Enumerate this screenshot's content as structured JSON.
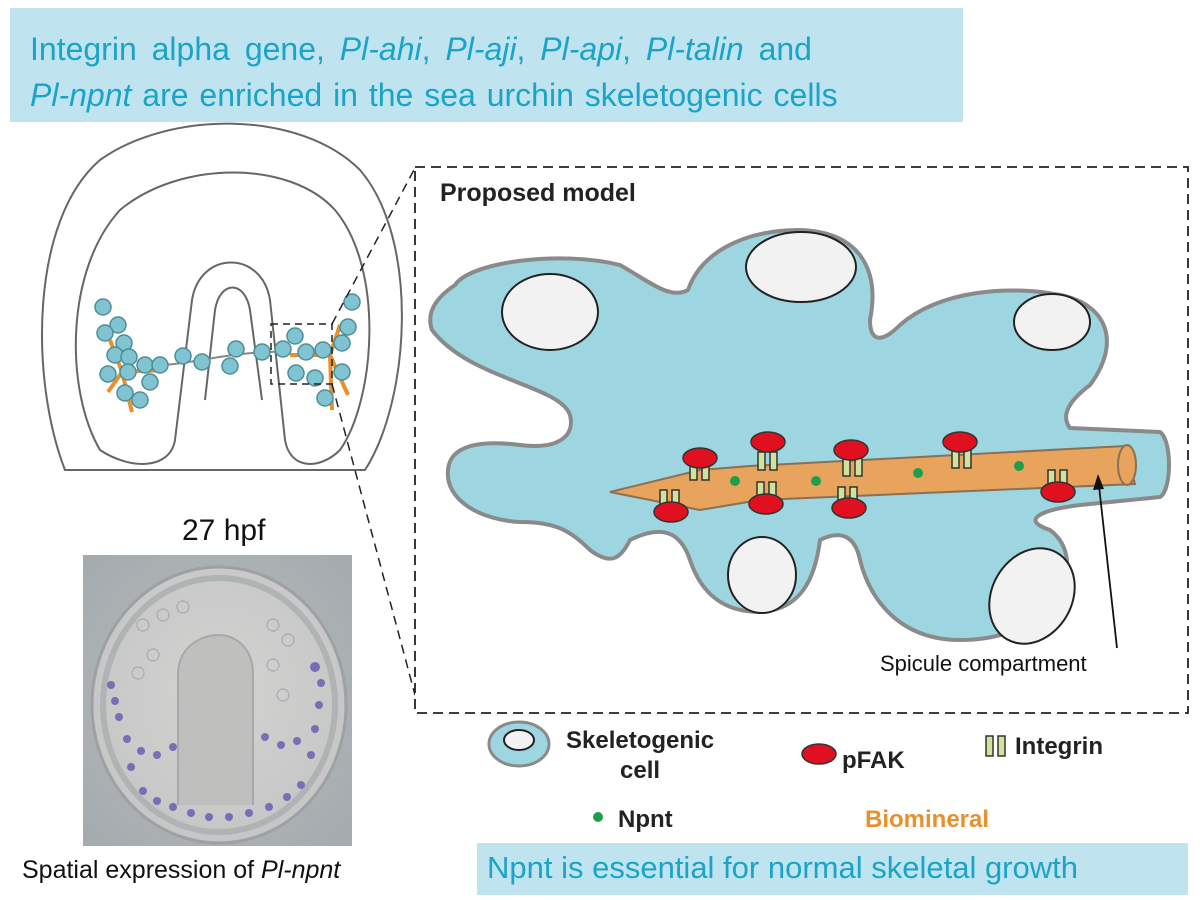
{
  "title": {
    "line1_a": "Integrin alpha gene, ",
    "line1_b": "Pl-ahi",
    "line1_c": ", ",
    "line1_d": "Pl-aji",
    "line1_e": ", ",
    "line1_f": "Pl-api",
    "line1_g": ", ",
    "line1_h": "Pl-talin",
    "line1_i": " and",
    "line2_a": "Pl-npnt",
    "line2_b": " are enriched in the sea urchin skeletogenic cells"
  },
  "embryo_label": "27 hpf",
  "micrograph_caption": {
    "prefix": "Spatial expression of ",
    "gene": "Pl-npnt"
  },
  "model": {
    "title": "Proposed model",
    "spicule_label": "Spicule compartment"
  },
  "legend": {
    "skeletogenic_line1": "Skeletogenic",
    "skeletogenic_line2": "cell",
    "pfak": "pFAK",
    "integrin": "Integrin",
    "npnt": "Npnt",
    "biomineral": "Biomineral"
  },
  "conclusion": "Npnt is essential for normal skeletal growth",
  "colors": {
    "cell_fill": "#9dd6e0",
    "cell_stroke": "#8a8a8a",
    "pfak": "#e01020",
    "integrin": "#cfe39a",
    "npnt": "#1e9e4a",
    "biomineral": "#e8a35c",
    "title_bg": "#bfe3ef",
    "title_text": "#1aa5c8"
  }
}
